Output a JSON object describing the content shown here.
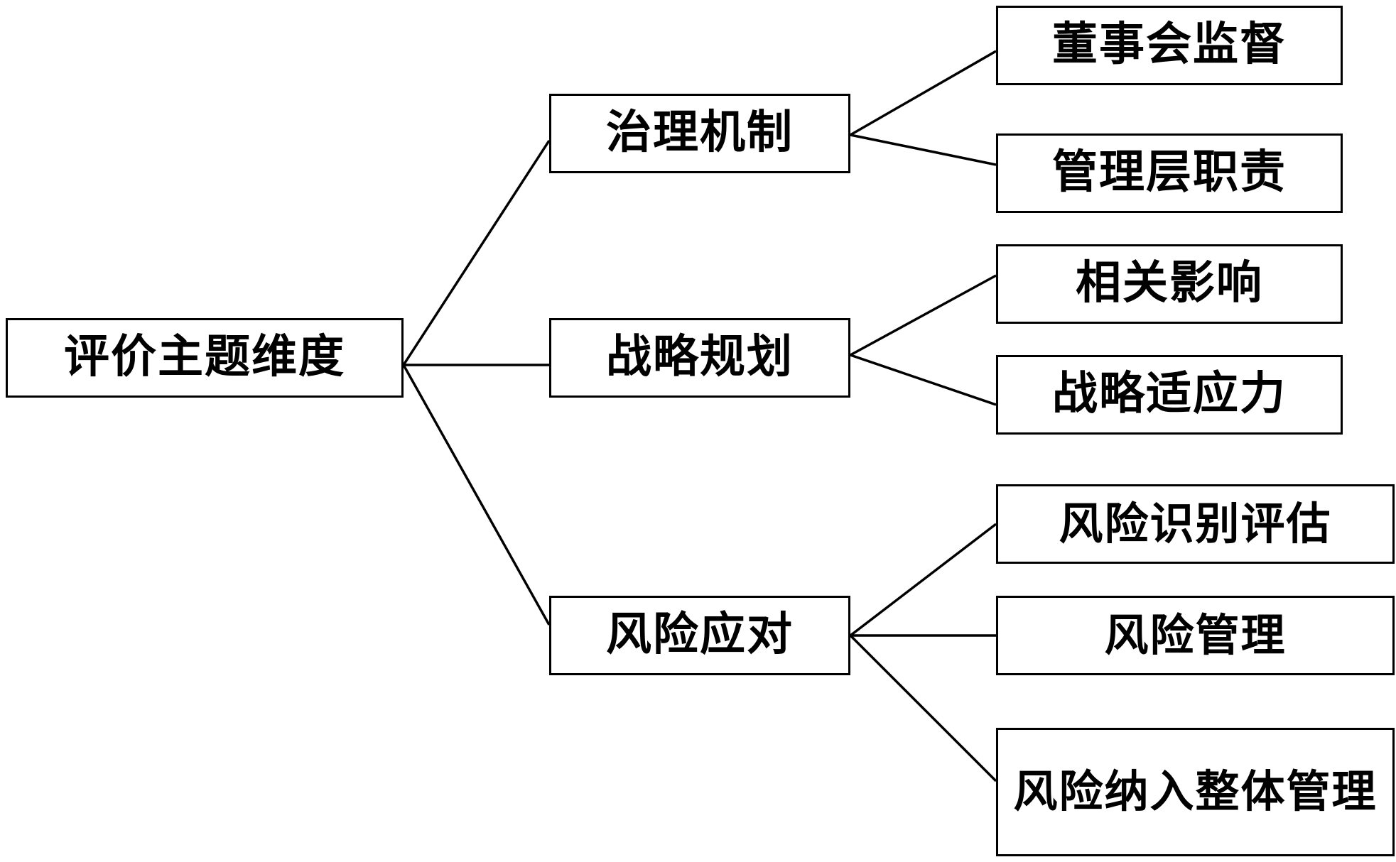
{
  "root": {
    "label": "评价主题维度"
  },
  "branches": [
    {
      "label": "治理机制",
      "children": [
        {
          "label": "董事会监督"
        },
        {
          "label": "管理层职责"
        }
      ]
    },
    {
      "label": "战略规划",
      "children": [
        {
          "label": "相关影响"
        },
        {
          "label": "战略适应力"
        }
      ]
    },
    {
      "label": "风险应对",
      "children": [
        {
          "label": "风险识别评估"
        },
        {
          "label": "风险管理"
        },
        {
          "label": "风险纳入整体管理"
        }
      ]
    }
  ]
}
